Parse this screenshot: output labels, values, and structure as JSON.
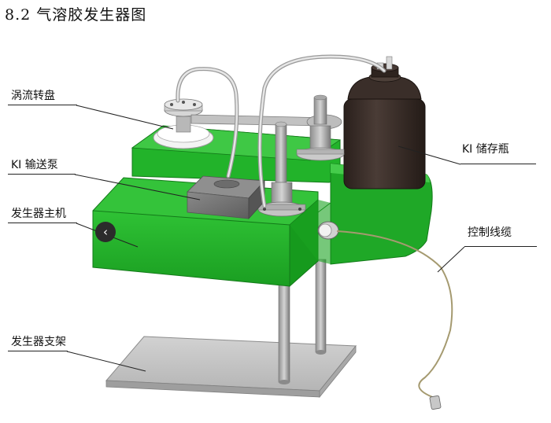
{
  "title": "8.2 气溶胶发生器图",
  "labels": {
    "turntable": "涡流转盘",
    "pump": "KI 输送泵",
    "main_unit": "发生器主机",
    "stand": "发生器支架",
    "bottle": "KI 储存瓶",
    "cable": "控制线缆"
  },
  "nav_icon": "chevron-left-icon",
  "colors": {
    "body_green": "#22b32a",
    "body_green_dark": "#178f1e",
    "body_green_light": "#4fd055",
    "bottle": "#3a2e29",
    "base_gray": "#c4c4c4"
  }
}
